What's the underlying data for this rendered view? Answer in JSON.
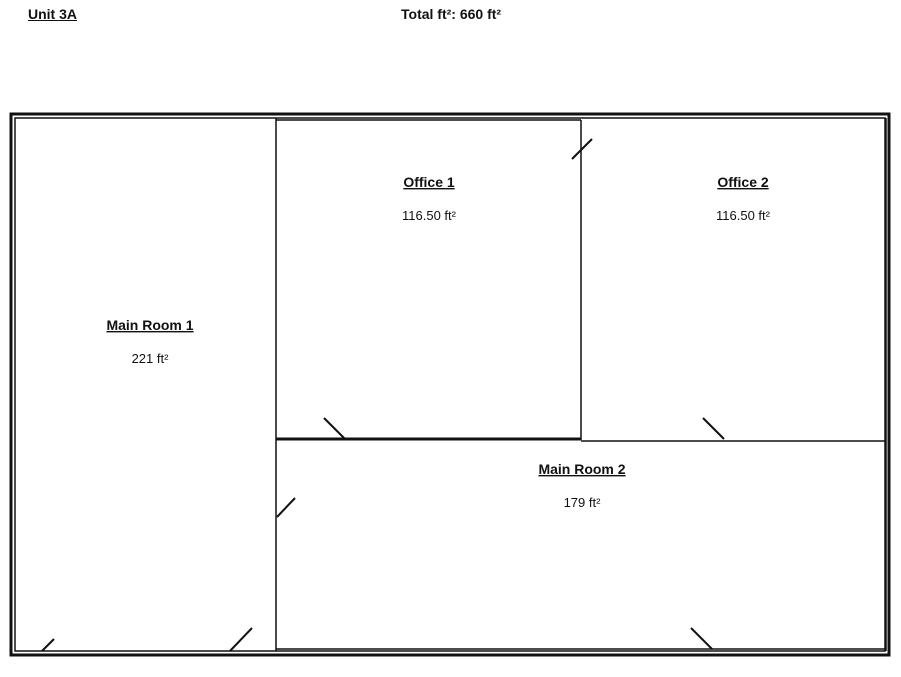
{
  "header": {
    "unit_label": "Unit 3A",
    "total_label": "Total ft²: 660 ft²"
  },
  "rooms": [
    {
      "id": "main-room-1",
      "name": "Main Room 1",
      "area": "221 ft²"
    },
    {
      "id": "office-1",
      "name": "Office 1",
      "area": "116.50 ft²"
    },
    {
      "id": "office-2",
      "name": "Office 2",
      "area": "116.50 ft²"
    },
    {
      "id": "main-room-2",
      "name": "Main Room 2",
      "area": "179 ft²"
    }
  ],
  "colors": {
    "wall": "#111111",
    "background": "#ffffff"
  }
}
